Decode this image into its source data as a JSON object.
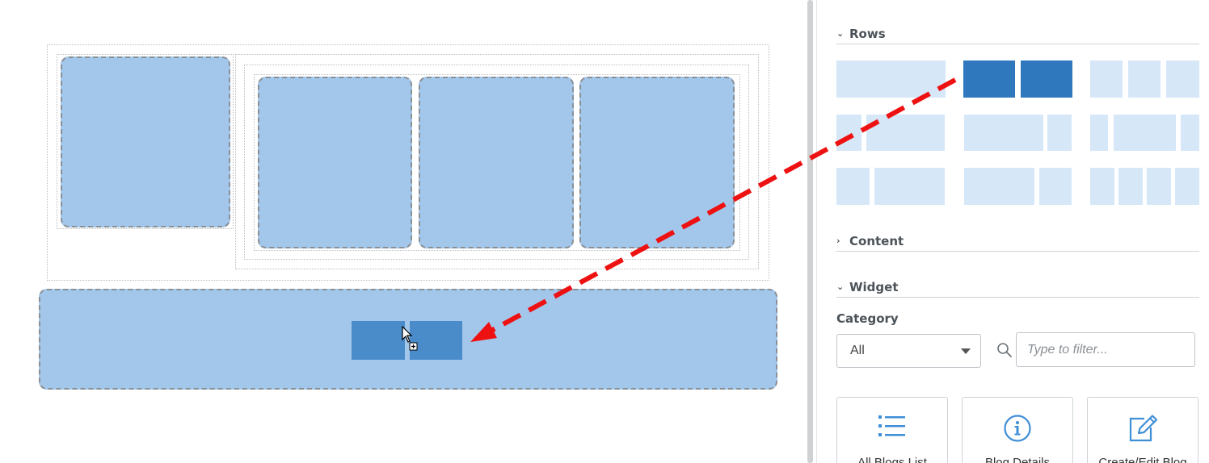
{
  "panel": {
    "rows_section": {
      "title": "Rows",
      "chevron": "chevron-down-icon",
      "expanded": true
    },
    "content_section": {
      "title": "Content",
      "chevron": "chevron-right-icon",
      "expanded": false
    },
    "widget_section": {
      "title": "Widget",
      "chevron": "chevron-down-icon",
      "expanded": true
    },
    "category": {
      "label": "Category",
      "selected": "All"
    },
    "filter": {
      "placeholder": "Type to filter...",
      "value": ""
    },
    "widgets": [
      {
        "label": "All Blogs List",
        "icon": "list-icon"
      },
      {
        "label": "Blog Details",
        "icon": "info-circle-icon"
      },
      {
        "label": "Create/Edit Blog",
        "icon": "edit-icon"
      }
    ]
  },
  "colors": {
    "cell_fill": "#a3c7eb",
    "selected_layout": "#2f78bd",
    "layout_fill": "#d6e7f8",
    "drag_preview": "#4a8bca",
    "annotation_arrow": "#ee1111"
  }
}
